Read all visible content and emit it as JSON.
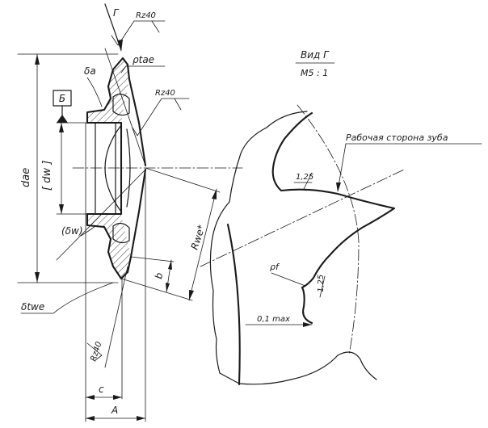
{
  "labels": {
    "view_arrow": "Г",
    "rz_top": "Rz40",
    "rho_tae": "ρtae",
    "delta_a": "δa",
    "datum": "Б",
    "rz_right": "Rz40",
    "d_ae": "dae",
    "d_w": "[ dw ]",
    "delta_w": "(δw)",
    "delta_twe": "δtwe",
    "r_we": "Rwe*",
    "b": "b",
    "rz_bottom": "Rz40",
    "c": "c",
    "a": "A"
  },
  "view": {
    "title": "Вид Г",
    "scale": "M5 : 1",
    "working_side": "Рабочая сторона зуба",
    "radius_top": "1,25",
    "rho_f": "ρf",
    "radius_bottom": "1,25",
    "tolerance": "0,1 max"
  }
}
